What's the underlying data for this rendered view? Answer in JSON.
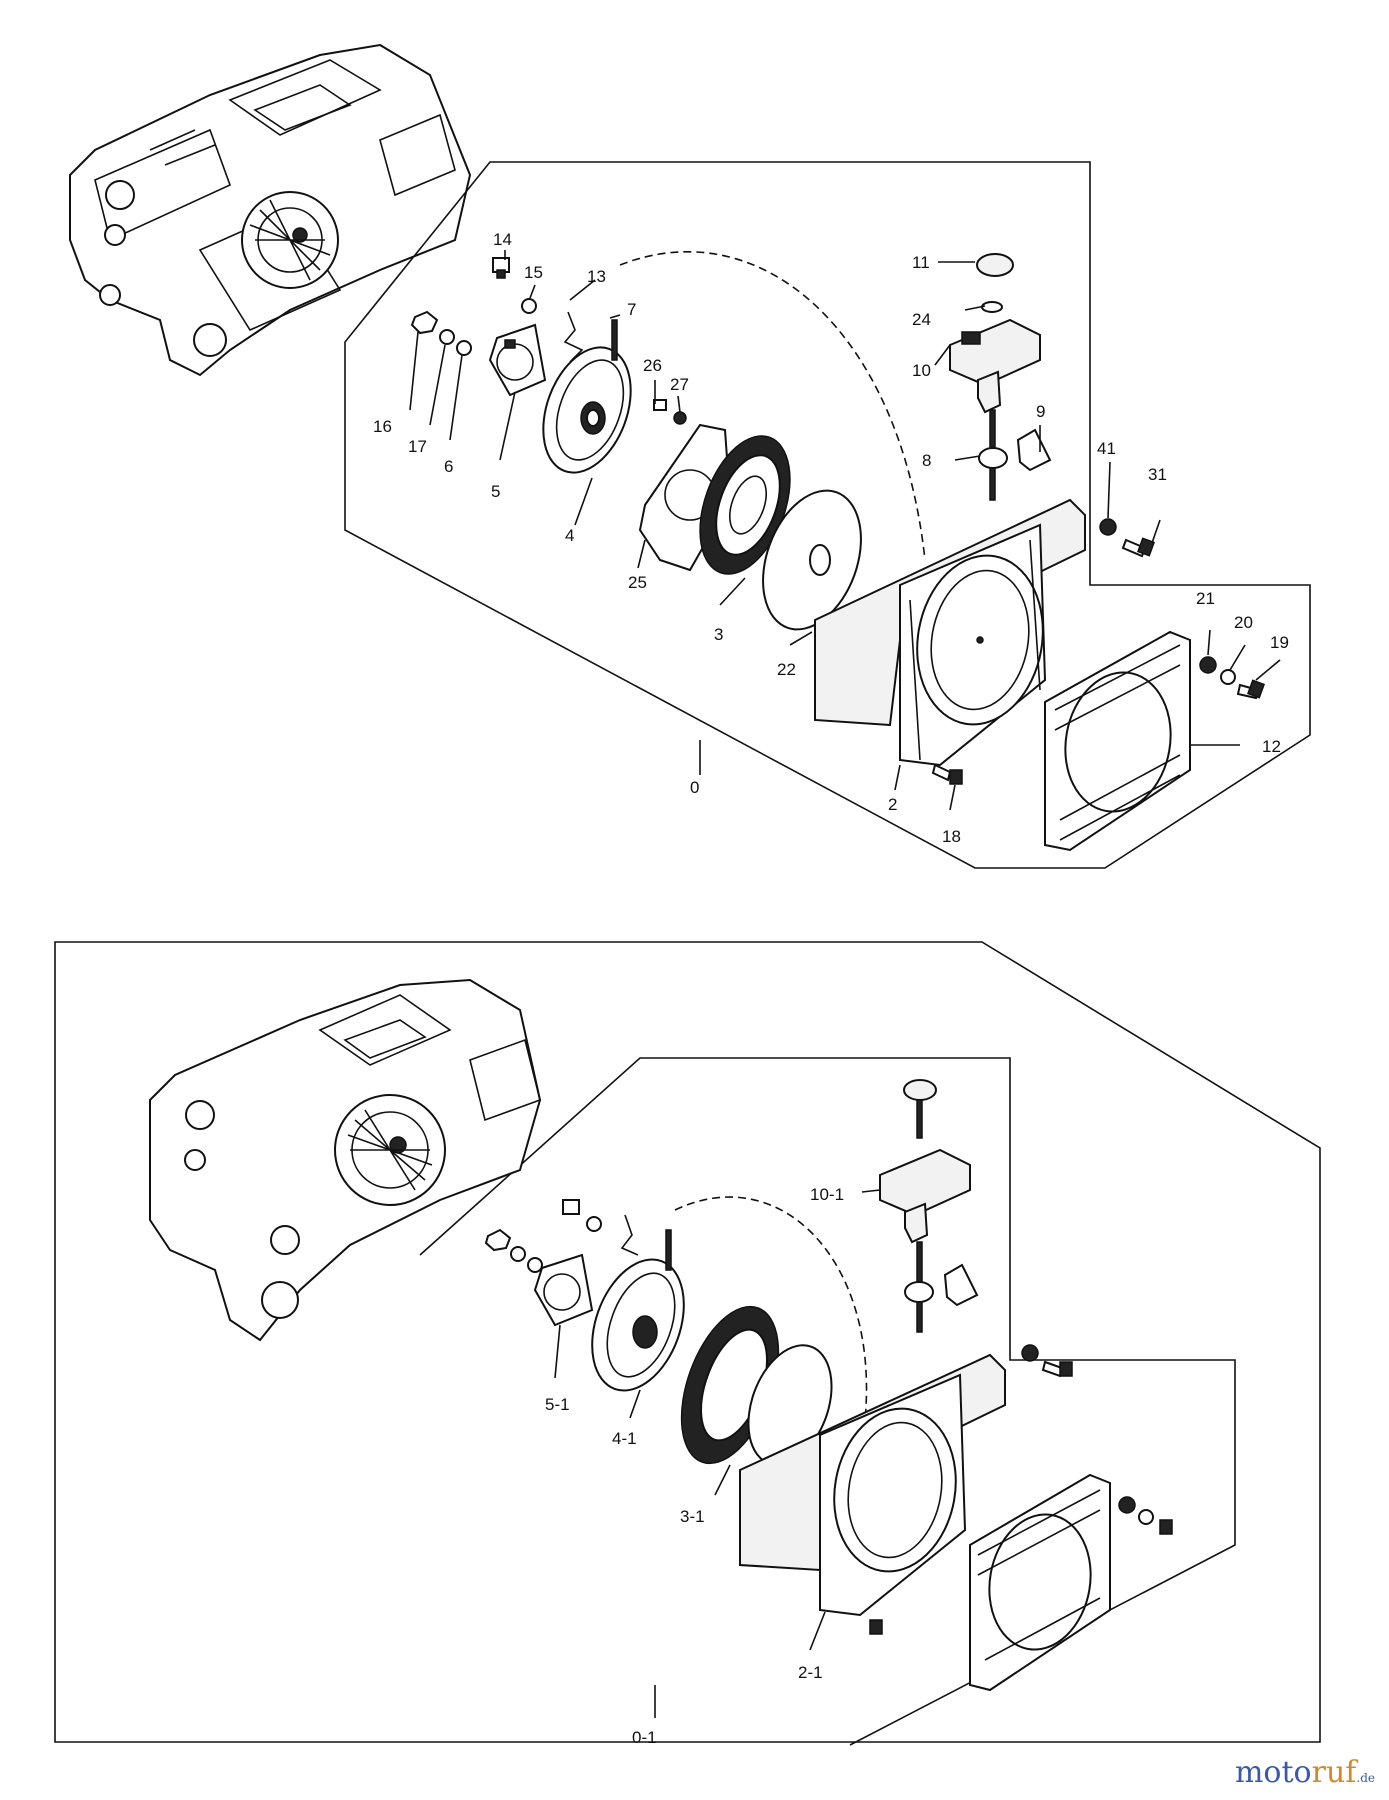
{
  "upper_assembly": {
    "labels": [
      "14",
      "15",
      "13",
      "7",
      "11",
      "24",
      "10",
      "26",
      "27",
      "9",
      "8",
      "41",
      "31",
      "16",
      "17",
      "6",
      "5",
      "4",
      "25",
      "3",
      "22",
      "21",
      "20",
      "19",
      "12",
      "0",
      "2",
      "18"
    ]
  },
  "lower_assembly": {
    "labels": [
      "10-1",
      "5-1",
      "4-1",
      "3-1",
      "0-1",
      "2-1"
    ]
  },
  "watermark": {
    "brand_start": "moto",
    "brand_end": "ruf",
    "tld": ".de"
  }
}
